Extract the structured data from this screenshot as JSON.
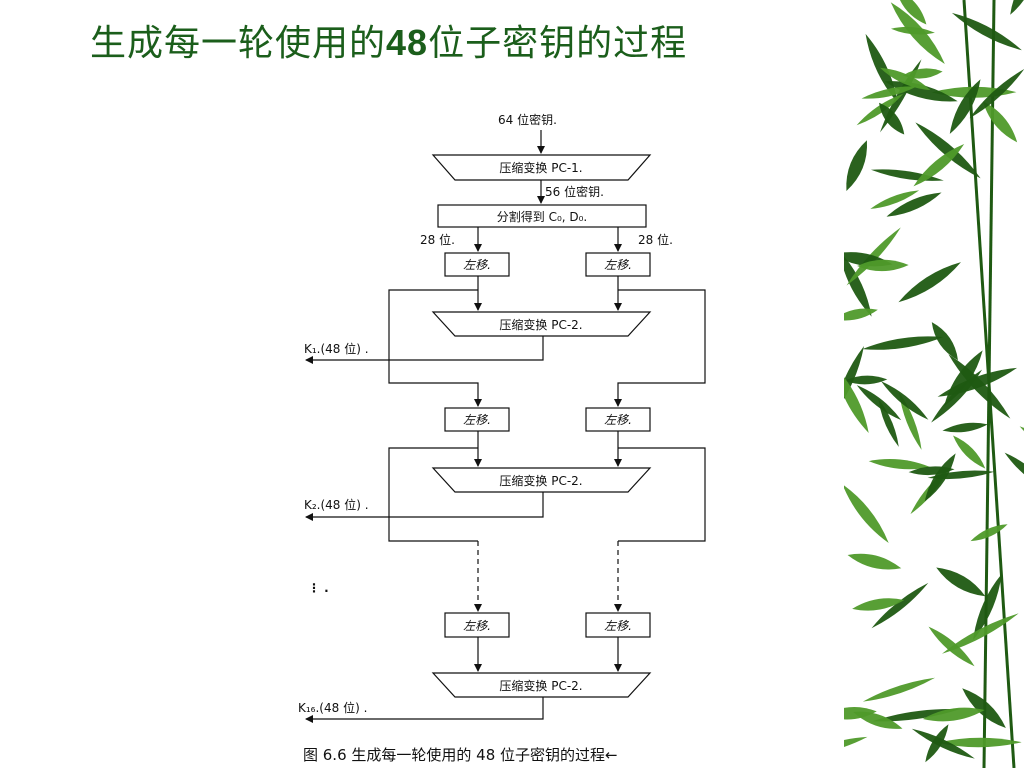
{
  "title": {
    "text_pre": "生成每一轮使用的",
    "text_num": "48",
    "text_post": "位子密钥的过程"
  },
  "diagram": {
    "input_label": "64 位密钥.",
    "pc1_label": "压缩变换 PC-1.",
    "bits56_label": "56 位密钥.",
    "split_label": "分割得到 C₀, D₀.",
    "bits28_left": "28 位.",
    "bits28_right": "28 位.",
    "shift_label": "左移.",
    "pc2_label": "压缩变换 PC-2.",
    "k1_label": "K₁.(48 位)   .",
    "k2_label": "K₂.(48 位)   .",
    "ellipsis_label": "⋮ .",
    "k16_label": "K₁₆.(48 位)   ."
  },
  "caption": "图 6.6    生成每一轮使用的 48 位子密钥的过程←",
  "colors": {
    "title": "#1b5e1b",
    "bamboo_dark": "#1f5a12",
    "bamboo_light": "#4f9a2a"
  },
  "icons": {
    "decoration": "bamboo-leaves-icon"
  }
}
